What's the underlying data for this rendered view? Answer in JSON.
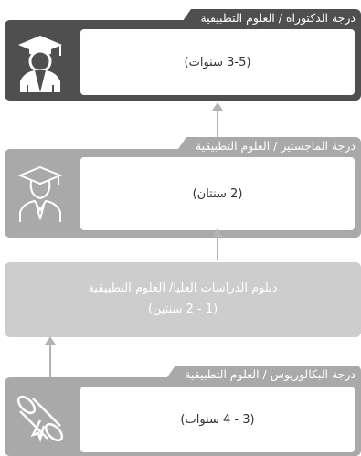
{
  "colors": {
    "dark": "#4f4f4f",
    "mid": "#a9a9a9",
    "light": "#cdcdcd",
    "arrow": "#b3b3b3"
  },
  "levels": [
    {
      "label": "درجة الدكتوراه / العلوم التطبيقية",
      "duration": "(3-5 سنوات)",
      "icon": "graduate-cap-icon"
    },
    {
      "label": "درجة الماجستير / العلوم التطبيقية",
      "duration": "(2 سنتان)",
      "icon": "graduate-outline-icon"
    },
    {
      "label_line1": "دبلوم الدراسات العليا/ العلوم التطبيقية",
      "label_line2": "(1 - 2 سنتين)"
    },
    {
      "label": "درجة البكالوريوس / العلوم التطبيقية",
      "duration": "(3 - 4 سنوات)",
      "icon": "diploma-scroll-icon"
    }
  ]
}
